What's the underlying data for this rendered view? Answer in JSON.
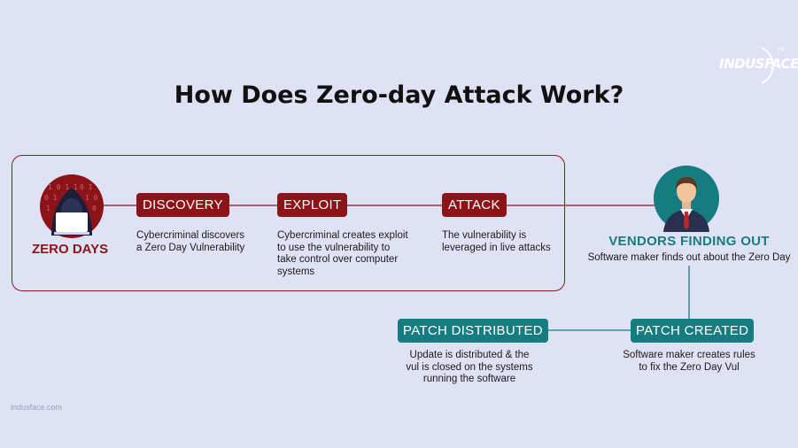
{
  "title": "How Does Zero-day Attack Work?",
  "brand": {
    "logo_text": "INDUSFACE",
    "footer": "indusface.com"
  },
  "nodes": {
    "zero_days": {
      "label": "ZERO DAYS"
    },
    "discovery": {
      "label": "DISCOVERY",
      "desc": [
        "Cybercriminal discovers",
        "a Zero Day Vulnerability"
      ]
    },
    "exploit": {
      "label": "EXPLOIT",
      "desc": [
        "Cybercriminal creates exploit",
        "to use the vulnerability to",
        "take control over computer",
        "systems"
      ]
    },
    "attack": {
      "label": "ATTACK",
      "desc": [
        "The vulnerability is",
        "leveraged in live attacks"
      ]
    },
    "vendors": {
      "label": "VENDORS FINDING OUT",
      "desc": "Software maker finds out about the Zero Day"
    },
    "patch_created": {
      "label": "PATCH CREATED",
      "desc": [
        "Software maker creates rules",
        "to fix the Zero Day Vul"
      ]
    },
    "patch_distributed": {
      "label": "PATCH DISTRIBUTED",
      "desc": [
        "Update is distributed & the",
        "vul is closed on the systems",
        "running the software"
      ]
    }
  },
  "colors": {
    "background": "#dfe1f5",
    "attack_red": "#8c1419",
    "vendor_teal": "#157c80"
  }
}
